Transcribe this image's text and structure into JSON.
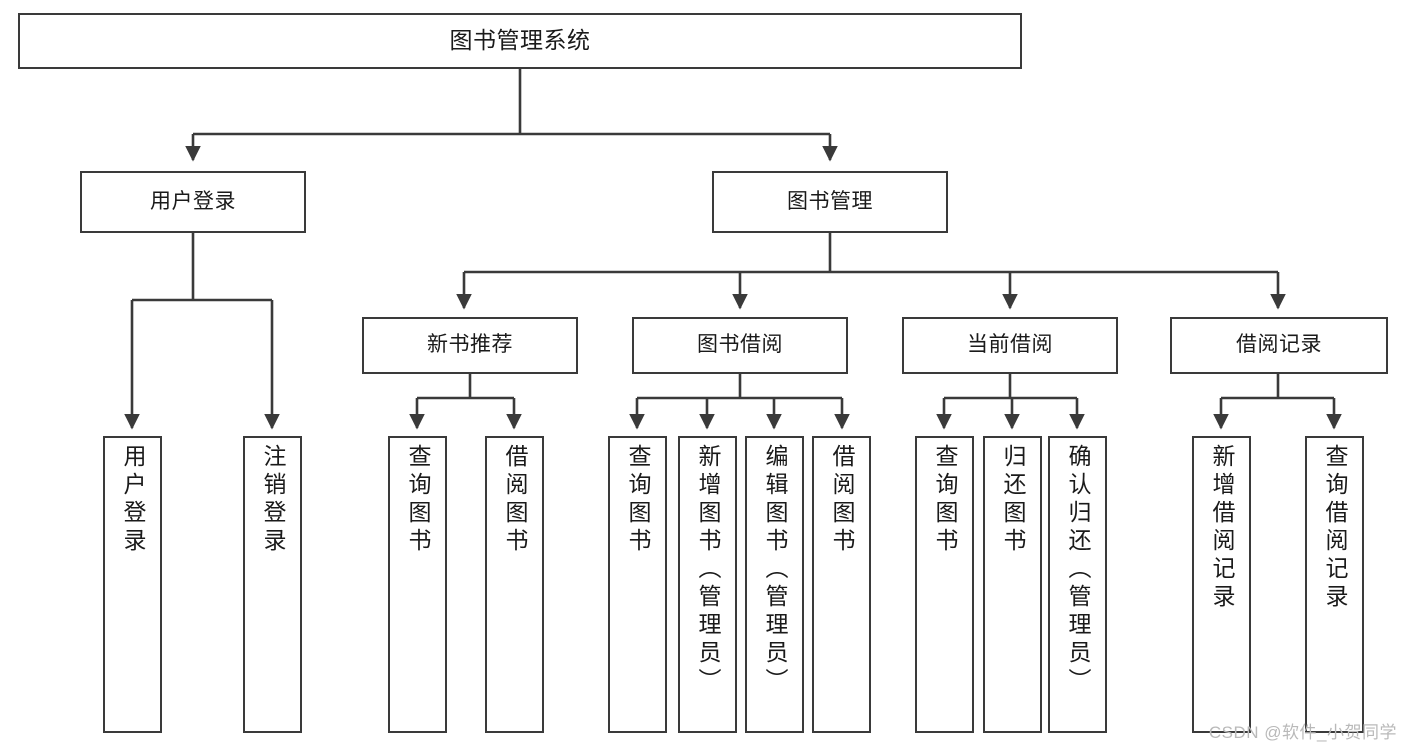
{
  "diagram": {
    "type": "tree-hierarchy",
    "title": "图书管理系统",
    "watermark": "CSDN @软件_小贺同学",
    "colors": {
      "box_border": "#3a3a3a",
      "box_fill": "#ffffff",
      "edge": "#3a3a3a",
      "text": "#1a1a1a",
      "watermark": "#b9b9b9"
    },
    "nodes": {
      "root": {
        "label": "图书管理系统",
        "level": 1,
        "orientation": "horizontal"
      },
      "l2": [
        {
          "id": "user-login",
          "label": "用户登录",
          "level": 2,
          "orientation": "horizontal"
        },
        {
          "id": "book-manage",
          "label": "图书管理",
          "level": 2,
          "orientation": "horizontal"
        }
      ],
      "l3": [
        {
          "id": "new-book-recommend",
          "label": "新书推荐",
          "level": 3,
          "orientation": "horizontal"
        },
        {
          "id": "book-borrow",
          "label": "图书借阅",
          "level": 3,
          "orientation": "horizontal"
        },
        {
          "id": "current-borrow",
          "label": "当前借阅",
          "level": 3,
          "orientation": "horizontal"
        },
        {
          "id": "borrow-record",
          "label": "借阅记录",
          "level": 3,
          "orientation": "horizontal"
        }
      ],
      "leaves": [
        {
          "id": "leaf-user-login",
          "label": "用户登录",
          "parent": "user-login",
          "orientation": "vertical"
        },
        {
          "id": "leaf-user-logout",
          "label": "注销登录",
          "parent": "user-login",
          "orientation": "vertical"
        },
        {
          "id": "leaf-query-book-1",
          "label": "查询图书",
          "parent": "new-book-recommend",
          "orientation": "vertical"
        },
        {
          "id": "leaf-borrow-book-1",
          "label": "借阅图书",
          "parent": "new-book-recommend",
          "orientation": "vertical"
        },
        {
          "id": "leaf-query-book-2",
          "label": "查询图书",
          "parent": "book-borrow",
          "orientation": "vertical"
        },
        {
          "id": "leaf-add-book",
          "label": "新增图书（管理员）",
          "parent": "book-borrow",
          "orientation": "vertical"
        },
        {
          "id": "leaf-edit-book",
          "label": "编辑图书（管理员）",
          "parent": "book-borrow",
          "orientation": "vertical"
        },
        {
          "id": "leaf-borrow-book-2",
          "label": "借阅图书",
          "parent": "book-borrow",
          "orientation": "vertical"
        },
        {
          "id": "leaf-query-book-3",
          "label": "查询图书",
          "parent": "current-borrow",
          "orientation": "vertical"
        },
        {
          "id": "leaf-return-book",
          "label": "归还图书",
          "parent": "current-borrow",
          "orientation": "vertical"
        },
        {
          "id": "leaf-confirm-return",
          "label": "确认归还（管理员）",
          "parent": "current-borrow",
          "orientation": "vertical"
        },
        {
          "id": "leaf-add-record",
          "label": "新增借阅记录",
          "parent": "borrow-record",
          "orientation": "vertical"
        },
        {
          "id": "leaf-query-record",
          "label": "查询借阅记录",
          "parent": "borrow-record",
          "orientation": "vertical"
        }
      ]
    }
  }
}
